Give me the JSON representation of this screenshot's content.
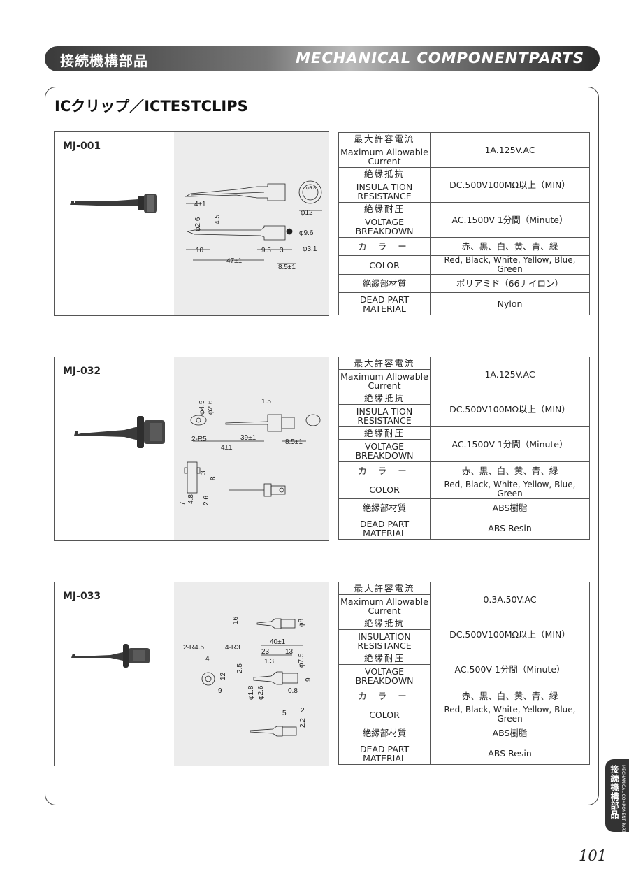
{
  "header": {
    "jp": "接続機構部品",
    "en": "MECHANICAL COMPONENTPARTS"
  },
  "section_title": "ICクリップ／ICTESTCLIPS",
  "products": [
    {
      "model": "MJ-001",
      "spec": {
        "current_jp": "最大許容電流",
        "current_en": "Maximum Allowable Current",
        "current_val": "1A.125V.AC",
        "insulation_jp": "絶縁抵抗",
        "insulation_en": "INSULA TION RESISTANCE",
        "insulation_val": "DC.500V100MΩ以上（MIN）",
        "voltage_jp": "絶縁耐圧",
        "voltage_en": "VOLTAGE BREAKDOWN",
        "voltage_val": "AC.1500V 1分間（Minute）",
        "color_jp": "カ ラ ー",
        "color_jp_val": "赤、黒、白、黄、青、緑",
        "color_en": "COLOR",
        "color_en_val": "Red, Black, White, Yellow, Blue, Green",
        "material_jp": "絶縁部材質",
        "material_jp_val": "ポリアミド（66ナイロン）",
        "material_en": "DEAD PART MATERIAL",
        "material_en_val": "Nylon"
      },
      "dims": [
        "4±1",
        "φ2.6",
        "4.5",
        "φ12",
        "φ9.8",
        "φ9.6",
        "φ3.1",
        "10",
        "9.5",
        "3",
        "47±1",
        "8.5±1"
      ]
    },
    {
      "model": "MJ-032",
      "spec": {
        "current_jp": "最大許容電流",
        "current_en": "Maximum Allowable Current",
        "current_val": "1A.125V.AC",
        "insulation_jp": "絶縁抵抗",
        "insulation_en": "INSULA TION RESISTANCE",
        "insulation_val": "DC.500V100MΩ以上（MIN）",
        "voltage_jp": "絶縁耐圧",
        "voltage_en": "VOLTAGE BREAKDOWN",
        "voltage_val": "AC.1500V 1分間（Minute）",
        "color_jp": "カ ラ ー",
        "color_jp_val": "赤、黒、白、黄、青、緑",
        "color_en": "COLOR",
        "color_en_val": "Red, Black, White, Yellow, Blue, Green",
        "material_jp": "絶縁部材質",
        "material_jp_val": "ABS樹脂",
        "material_en": "DEAD PART MATERIAL",
        "material_en_val": "ABS Resin"
      },
      "dims": [
        "φ4.5",
        "φ2.6",
        "1.5",
        "2-R5",
        "4±1",
        "39±1",
        "8.5±1",
        "3",
        "8",
        "4.8",
        "2.6",
        "7"
      ]
    },
    {
      "model": "MJ-033",
      "spec": {
        "current_jp": "最大許容電流",
        "current_en": "Maximum Allowable Current",
        "current_val": "0.3A.50V.AC",
        "insulation_jp": "絶縁抵抗",
        "insulation_en": "INSULATION RESISTANCE",
        "insulation_val": "DC.500V100MΩ以上（MIN）",
        "voltage_jp": "絶縁耐圧",
        "voltage_en": "VOLTAGE BREAKDOWN",
        "voltage_val": "AC.500V 1分間（Minute）",
        "color_jp": "カ ラ ー",
        "color_jp_val": "赤、黒、白、黄、青、緑",
        "color_en": "COLOR",
        "color_en_val": "Red, Black, White, Yellow, Blue, Green",
        "material_jp": "絶縁部材質",
        "material_jp_val": "ABS樹脂",
        "material_en": "DEAD PART MATERIAL",
        "material_en_val": "ABS Resin"
      },
      "dims": [
        "16",
        "φ8",
        "40±1",
        "2-R4.5",
        "4-R3",
        "23",
        "13",
        "1.3",
        "φ7.5",
        "4",
        "2.5",
        "12",
        "9",
        "9",
        "φ1.8",
        "φ2.6",
        "0.8",
        "5",
        "2",
        "2.2"
      ]
    }
  ],
  "side_tab": {
    "jp": "接続機構部品",
    "en": "MECHANICAL COMPONENT PARTS"
  },
  "page_number": "101"
}
